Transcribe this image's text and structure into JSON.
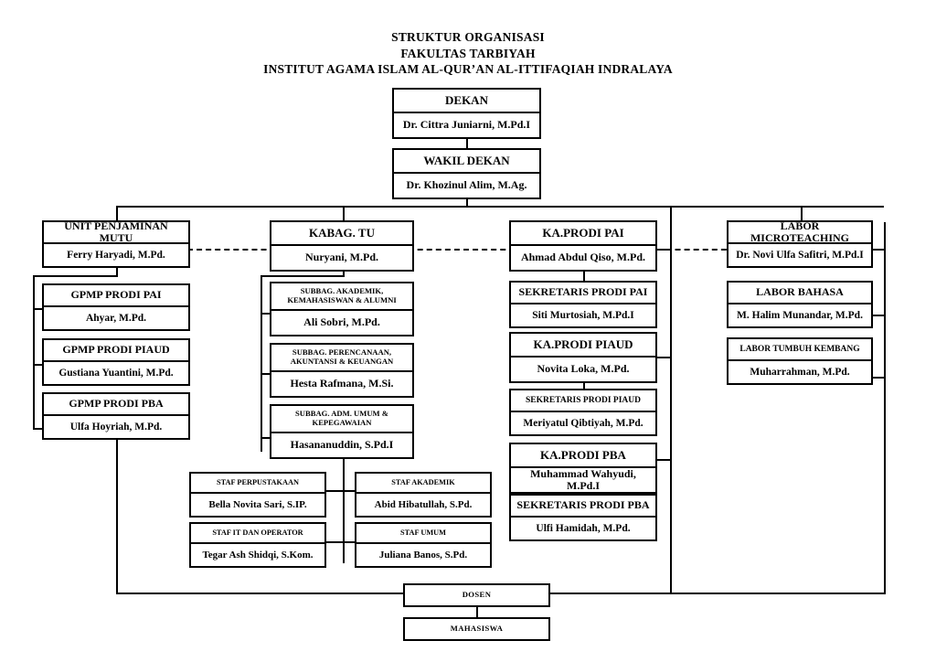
{
  "title": {
    "line1": "STRUKTUR ORGANISASI",
    "line2": "FAKULTAS TARBIYAH",
    "line3": "INSTITUT AGAMA ISLAM AL-QUR’AN AL-ITTIFAQIAH INDRALAYA"
  },
  "chart_data": {
    "type": "diagram",
    "diagram_kind": "organizational-chart",
    "title": "STRUKTUR ORGANISASI FAKULTAS TARBIYAH INSTITUT AGAMA ISLAM AL-QUR’AN AL-ITTIFAQIAH INDRALAYA"
  },
  "nodes": {
    "dekan": {
      "role": "DEKAN",
      "person": "Dr. Cittra Juniarni, M.Pd.I"
    },
    "wakil_dekan": {
      "role": "WAKIL DEKAN",
      "person": "Dr. Khozinul Alim, M.Ag."
    },
    "unit_penjaminan": {
      "role": "UNIT PENJAMINAN MUTU",
      "person": "Ferry Haryadi, M.Pd."
    },
    "gpmp_pai": {
      "role": "GPMP PRODI PAI",
      "person": "Ahyar, M.Pd."
    },
    "gpmp_piaud": {
      "role": "GPMP PRODI PIAUD",
      "person": "Gustiana Yuantini, M.Pd."
    },
    "gpmp_pba": {
      "role": "GPMP PRODI PBA",
      "person": "Ulfa Hoyriah, M.Pd."
    },
    "kabag_tu": {
      "role": "KABAG. TU",
      "person": "Nuryani, M.Pd."
    },
    "subbag_akademik": {
      "role_l1": "SUBBAG. AKADEMIK,",
      "role_l2": "KEMAHASISWAN & ALUMNI",
      "person": "Ali Sobri, M.Pd."
    },
    "subbag_perencanaan": {
      "role_l1": "SUBBAG. PERENCANAAN,",
      "role_l2": "AKUNTANSI & KEUANGAN",
      "person": "Hesta Rafmana, M.Si."
    },
    "subbag_adm": {
      "role_l1": "SUBBAG. ADM. UMUM &",
      "role_l2": "KEPEGAWAIAN",
      "person": "Hasananuddin, S.Pd.I"
    },
    "ka_prodi_pai": {
      "role": "KA.PRODI PAI",
      "person": "Ahmad Abdul Qiso, M.Pd."
    },
    "sek_prodi_pai": {
      "role": "SEKRETARIS PRODI PAI",
      "person": "Siti Murtosiah, M.Pd.I"
    },
    "ka_prodi_piaud": {
      "role": "KA.PRODI PIAUD",
      "person": "Novita Loka, M.Pd."
    },
    "sek_prodi_piaud": {
      "role": "SEKRETARIS PRODI PIAUD",
      "person": "Meriyatul Qibtiyah, M.Pd."
    },
    "ka_prodi_pba": {
      "role": "KA.PRODI PBA",
      "person": "Muhammad Wahyudi, M.Pd.I"
    },
    "sek_prodi_pba": {
      "role": "SEKRETARIS PRODI PBA",
      "person": "Ulfi Hamidah, M.Pd."
    },
    "labor_micro": {
      "role": "LABOR MICROTEACHING",
      "person": "Dr. Novi Ulfa Safitri, M.Pd.I"
    },
    "labor_bahasa": {
      "role": "LABOR BAHASA",
      "person": "M. Halim Munandar, M.Pd."
    },
    "labor_tumbuh": {
      "role": "LABOR TUMBUH KEMBANG",
      "person": "Muharrahman, M.Pd."
    },
    "staf_perpustakaan": {
      "role": "STAF PERPUSTAKAAN",
      "person": "Bella Novita Sari, S.IP."
    },
    "staf_akademik": {
      "role": "STAF AKADEMIK",
      "person": "Abid Hibatullah, S.Pd."
    },
    "staf_it": {
      "role": "STAF IT DAN OPERATOR",
      "person": "Tegar Ash Shidqi, S.Kom."
    },
    "staf_umum": {
      "role": "STAF UMUM",
      "person": "Juliana Banos, S.Pd."
    },
    "dosen": {
      "role": "DOSEN"
    },
    "mahasiswa": {
      "role": "MAHASISWA"
    }
  },
  "colors": {
    "line": "#000000",
    "background": "#ffffff",
    "text": "#000000"
  }
}
